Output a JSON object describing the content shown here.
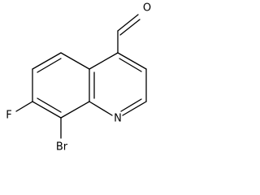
{
  "molecule": {
    "atoms": {
      "oxygen": "O",
      "fluorine": "F",
      "nitrogen": "N",
      "bromine": "Br"
    }
  }
}
